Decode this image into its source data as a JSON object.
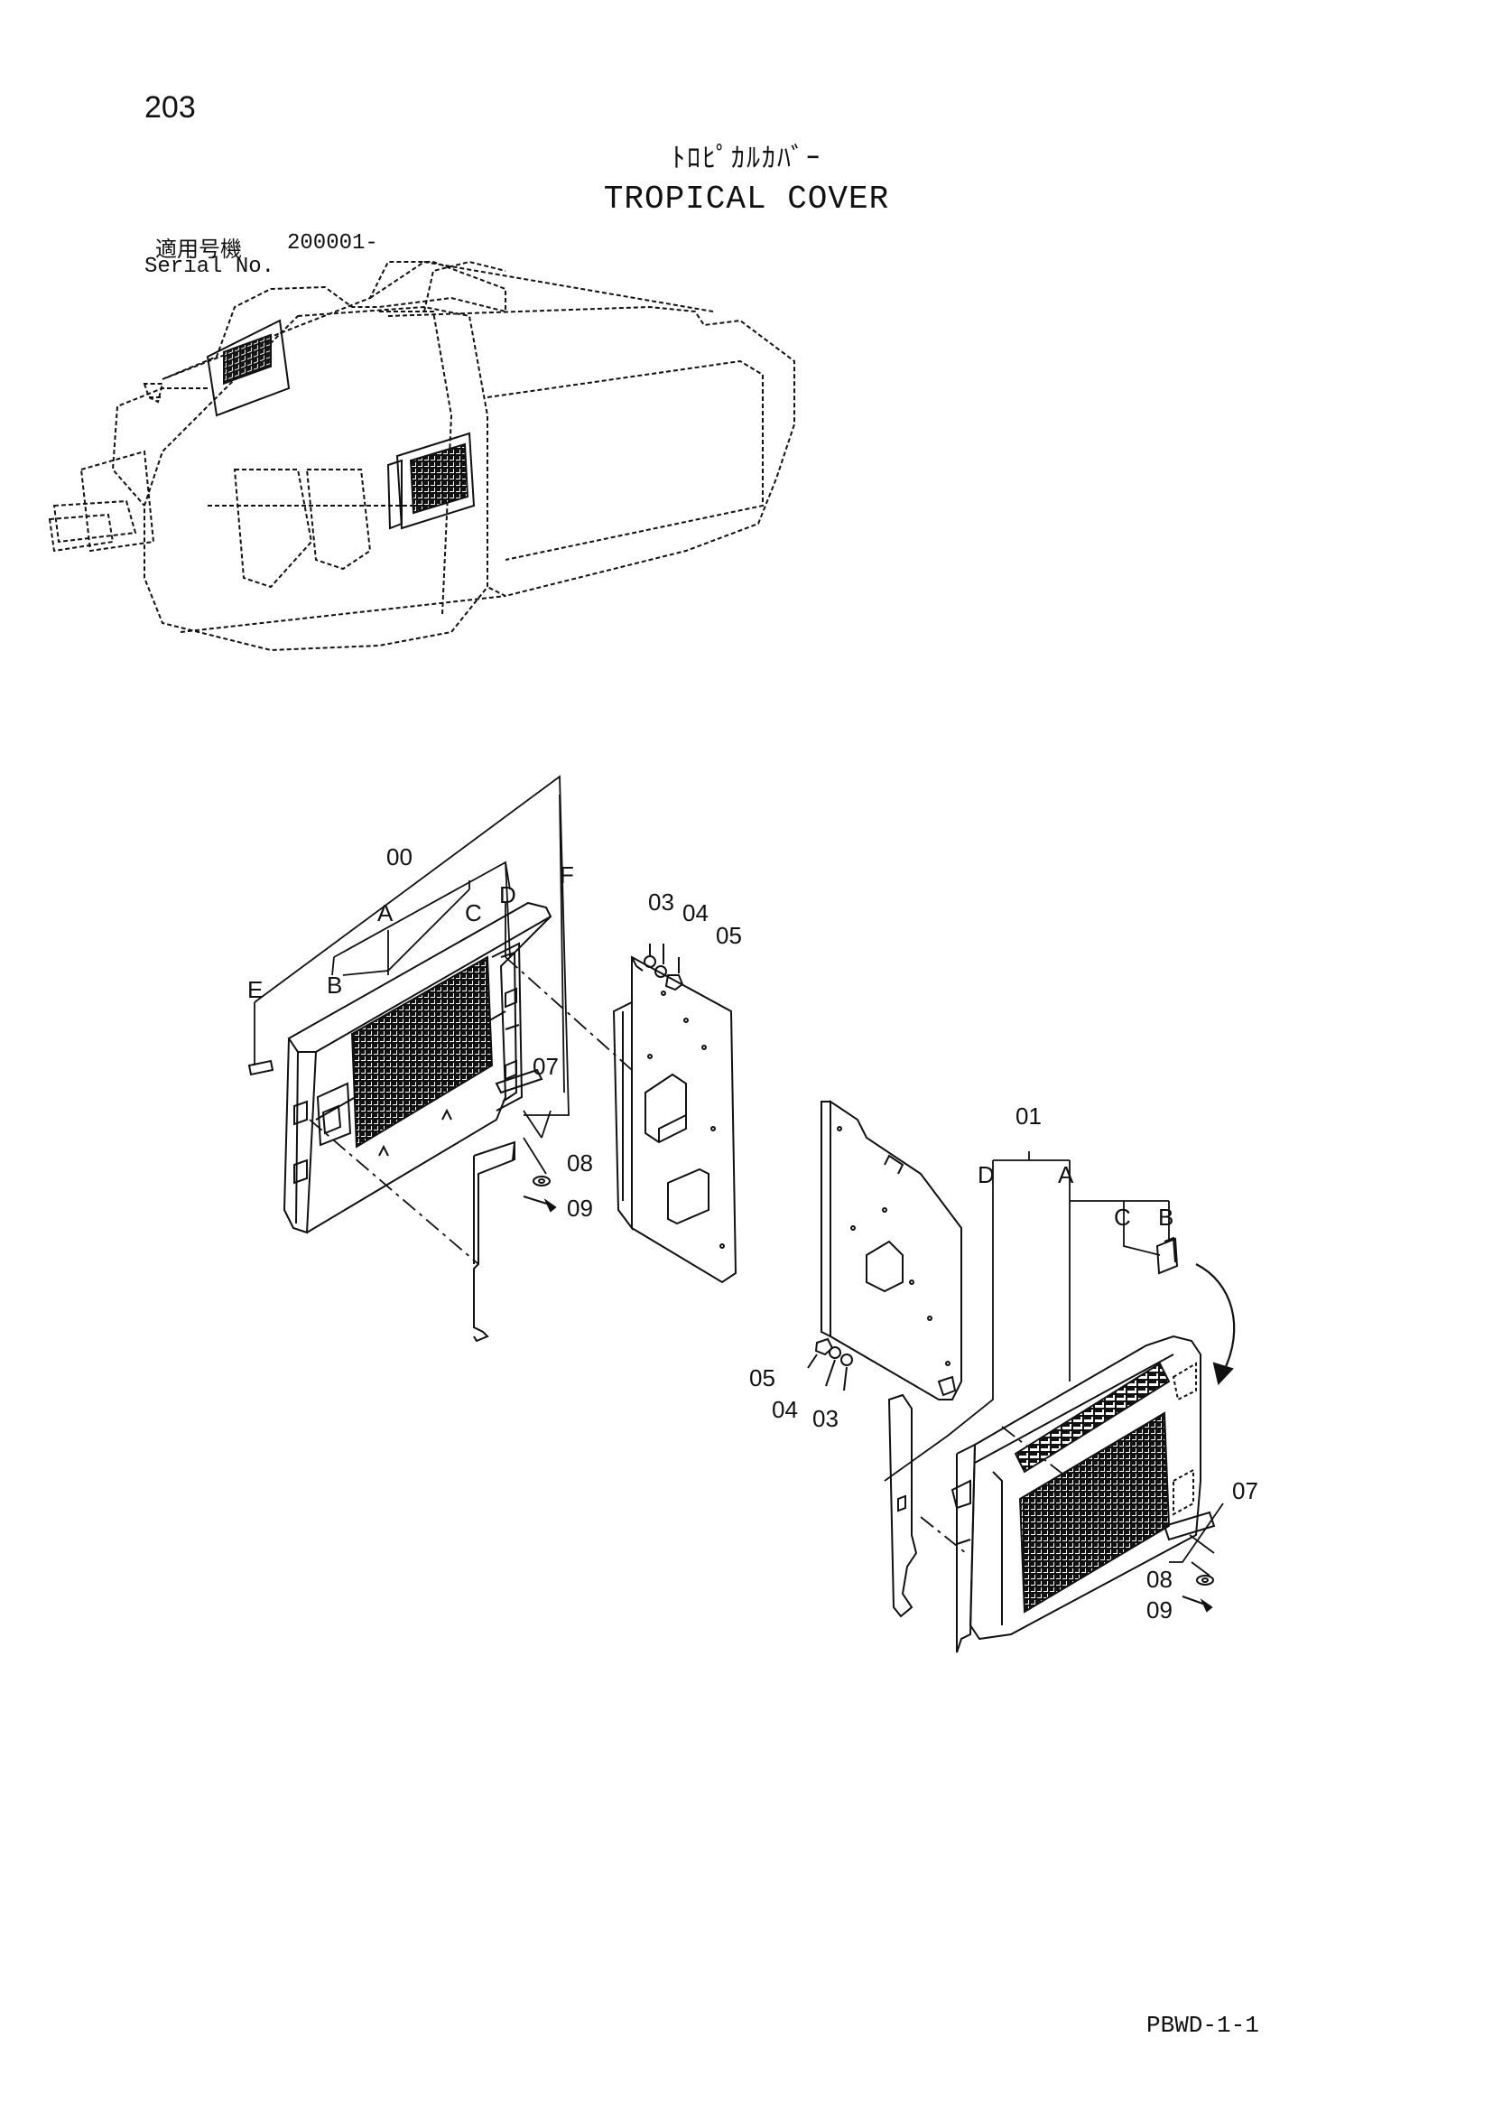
{
  "page": {
    "number": "203",
    "title_jp": "ﾄﾛﾋﾟｶﾙｶﾊﾞｰ",
    "title_en": "TROPICAL COVER",
    "serial_label_jp": "適用号機",
    "serial_value": "200001-",
    "serial_label_en": "Serial No.",
    "code": "PBWD-1-1"
  },
  "callouts": {
    "c00": "00",
    "c01": "01",
    "c03a": "03",
    "c04a": "04",
    "c05a": "05",
    "c03b": "03",
    "c04b": "04",
    "c05b": "05",
    "c07a": "07",
    "c08a": "08",
    "c09a": "09",
    "c07b": "07",
    "c08b": "08",
    "c09b": "09",
    "la_A": "A",
    "la_B": "B",
    "la_C": "C",
    "la_D": "D",
    "la_E": "E",
    "la_F": "F",
    "lb_A": "A",
    "lb_B": "B",
    "lb_C": "C",
    "lb_D": "D"
  },
  "icons": [
    "excavator-overview-icon",
    "left-tropical-cover-icon",
    "right-tropical-cover-icon",
    "mounting-plate-icon",
    "rotation-arrow-icon"
  ]
}
